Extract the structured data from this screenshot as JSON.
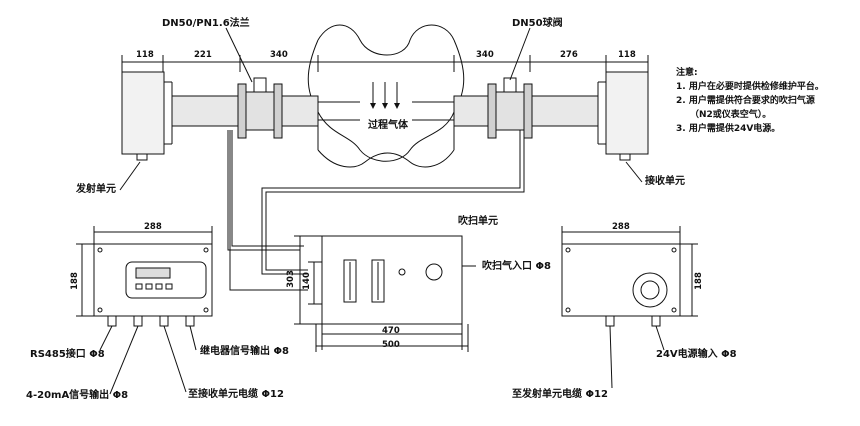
{
  "labels": {
    "flange": "DN50/PN1.6法兰",
    "ball_valve": "DN50球阀",
    "process_gas": "过程气体",
    "transmitter": "发射单元",
    "receiver": "接收单元",
    "purge_unit": "吹扫单元",
    "purge_inlet": "吹扫气入口 Φ8",
    "rs485": "RS485接口 Φ8",
    "current_output": "4-20mA信号输出 Φ8",
    "relay_output": "继电器信号输出 Φ8",
    "to_receiver_cable": "至接收单元电缆 Φ12",
    "power_input": "24V电源输入 Φ8",
    "to_transmitter_cable": "至发射单元电缆 Φ12"
  },
  "dimensions": {
    "left_unit": "118",
    "left_gap": "221",
    "left_pipe": "340",
    "right_pipe": "340",
    "right_gap": "276",
    "right_unit": "118",
    "box_width_left": "288",
    "box_height_left": "188",
    "box_width_right": "288",
    "box_height_right": "188",
    "purge_height_outer": "303",
    "purge_height_inner": "140",
    "purge_width_inner": "470",
    "purge_width_outer": "500"
  },
  "notes": {
    "title": "注意:",
    "items": [
      "1. 用户在必要时提供检修维护平台。",
      "2. 用户需提供符合要求的吹扫气源",
      "（N2或仪表空气）。",
      "3. 用户需提供24V电源。"
    ]
  }
}
